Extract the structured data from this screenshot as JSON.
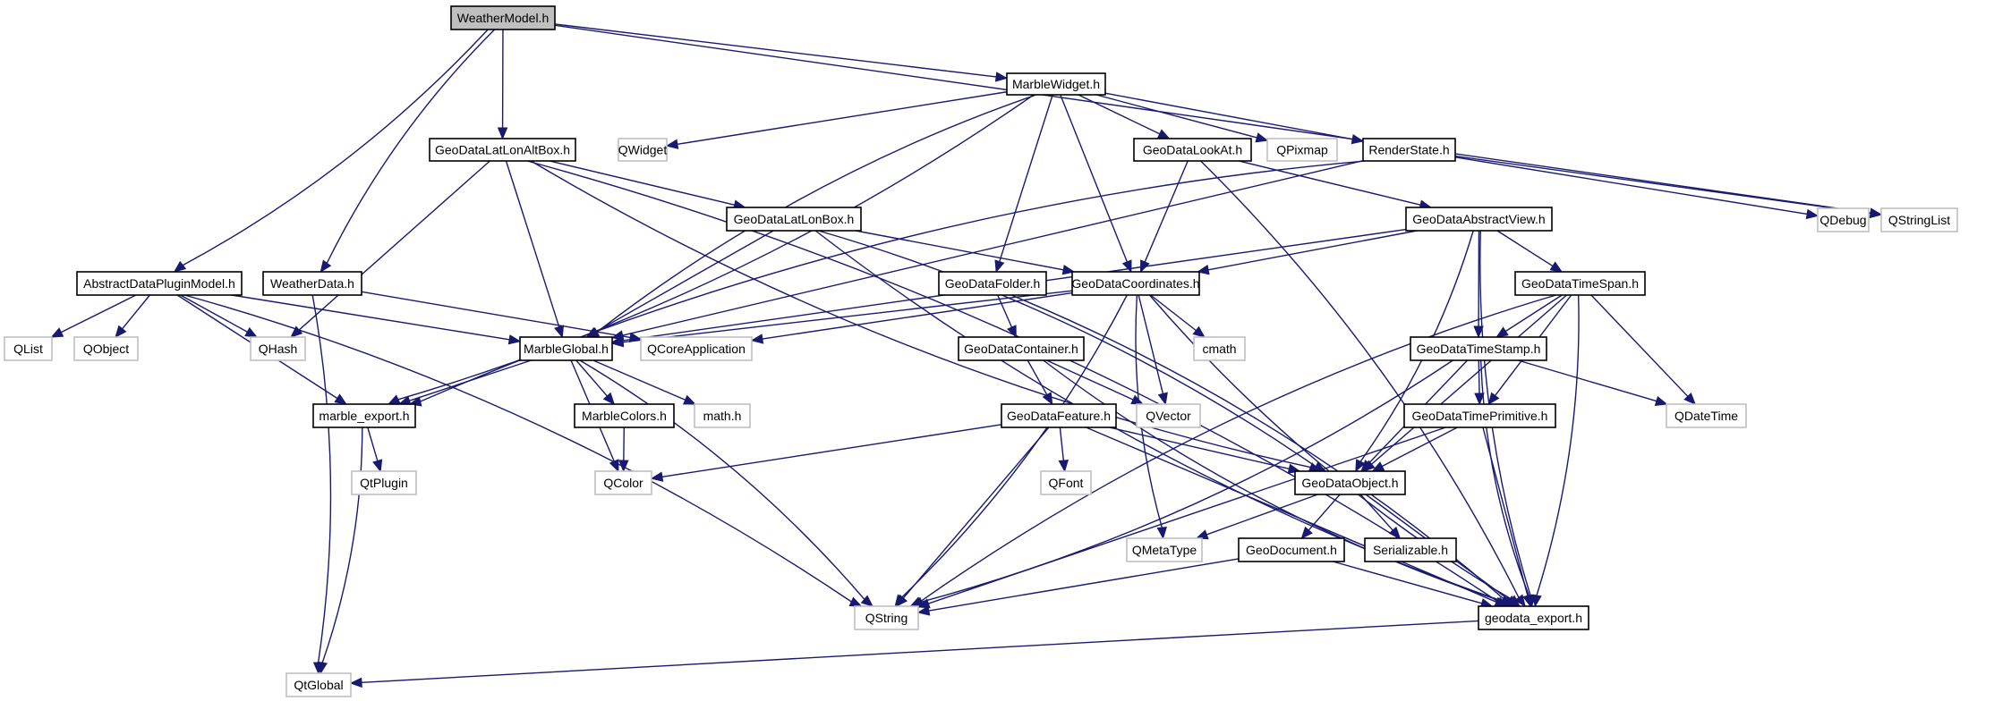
{
  "diagram": {
    "title": "WeatherModel.h include dependency graph",
    "colors": {
      "edge": "#191970",
      "root_fill": "#bfbfbf",
      "local_border": "#000000",
      "external_border": "#bfbfbf"
    },
    "nodes": [
      {
        "id": "WeatherModel",
        "label": "WeatherModel.h",
        "kind": "root"
      },
      {
        "id": "MarbleWidget",
        "label": "MarbleWidget.h",
        "kind": "local"
      },
      {
        "id": "GeoDataLatLonAltBox",
        "label": "GeoDataLatLonAltBox.h",
        "kind": "local"
      },
      {
        "id": "QWidget",
        "label": "QWidget",
        "kind": "ext"
      },
      {
        "id": "GeoDataLookAt",
        "label": "GeoDataLookAt.h",
        "kind": "local"
      },
      {
        "id": "QPixmap",
        "label": "QPixmap",
        "kind": "ext"
      },
      {
        "id": "RenderState",
        "label": "RenderState.h",
        "kind": "local"
      },
      {
        "id": "QDebug",
        "label": "QDebug",
        "kind": "ext"
      },
      {
        "id": "QStringList",
        "label": "QStringList",
        "kind": "ext"
      },
      {
        "id": "GeoDataLatLonBox",
        "label": "GeoDataLatLonBox.h",
        "kind": "local"
      },
      {
        "id": "GeoDataAbstractView",
        "label": "GeoDataAbstractView.h",
        "kind": "local"
      },
      {
        "id": "AbstractDataPluginModel",
        "label": "AbstractDataPluginModel.h",
        "kind": "local"
      },
      {
        "id": "WeatherData",
        "label": "WeatherData.h",
        "kind": "local"
      },
      {
        "id": "GeoDataFolder",
        "label": "GeoDataFolder.h",
        "kind": "local"
      },
      {
        "id": "GeoDataCoordinates",
        "label": "GeoDataCoordinates.h",
        "kind": "local"
      },
      {
        "id": "GeoDataTimeSpan",
        "label": "GeoDataTimeSpan.h",
        "kind": "local"
      },
      {
        "id": "QList",
        "label": "QList",
        "kind": "ext"
      },
      {
        "id": "QObject",
        "label": "QObject",
        "kind": "ext"
      },
      {
        "id": "QHash",
        "label": "QHash",
        "kind": "ext"
      },
      {
        "id": "MarbleGlobal",
        "label": "MarbleGlobal.h",
        "kind": "local"
      },
      {
        "id": "QCoreApplication",
        "label": "QCoreApplication",
        "kind": "ext"
      },
      {
        "id": "GeoDataContainer",
        "label": "GeoDataContainer.h",
        "kind": "local"
      },
      {
        "id": "cmath",
        "label": "cmath",
        "kind": "ext"
      },
      {
        "id": "GeoDataTimeStamp",
        "label": "GeoDataTimeStamp.h",
        "kind": "local"
      },
      {
        "id": "marble_export",
        "label": "marble_export.h",
        "kind": "local"
      },
      {
        "id": "MarbleColors",
        "label": "MarbleColors.h",
        "kind": "local"
      },
      {
        "id": "math",
        "label": "math.h",
        "kind": "ext"
      },
      {
        "id": "GeoDataFeature",
        "label": "GeoDataFeature.h",
        "kind": "local"
      },
      {
        "id": "QVector",
        "label": "QVector",
        "kind": "ext"
      },
      {
        "id": "GeoDataTimePrimitive",
        "label": "GeoDataTimePrimitive.h",
        "kind": "local"
      },
      {
        "id": "QDateTime",
        "label": "QDateTime",
        "kind": "ext"
      },
      {
        "id": "QtPlugin",
        "label": "QtPlugin",
        "kind": "ext"
      },
      {
        "id": "QColor",
        "label": "QColor",
        "kind": "ext"
      },
      {
        "id": "QFont",
        "label": "QFont",
        "kind": "ext"
      },
      {
        "id": "GeoDataObject",
        "label": "GeoDataObject.h",
        "kind": "local"
      },
      {
        "id": "QMetaType",
        "label": "QMetaType",
        "kind": "ext"
      },
      {
        "id": "GeoDocument",
        "label": "GeoDocument.h",
        "kind": "local"
      },
      {
        "id": "Serializable",
        "label": "Serializable.h",
        "kind": "local"
      },
      {
        "id": "QString",
        "label": "QString",
        "kind": "ext"
      },
      {
        "id": "geodata_export",
        "label": "geodata_export.h",
        "kind": "local"
      },
      {
        "id": "QtGlobal",
        "label": "QtGlobal",
        "kind": "ext"
      }
    ],
    "edges": [
      [
        "WeatherModel",
        "AbstractDataPluginModel"
      ],
      [
        "WeatherModel",
        "WeatherData"
      ],
      [
        "WeatherModel",
        "GeoDataLatLonAltBox"
      ],
      [
        "WeatherModel",
        "MarbleWidget"
      ],
      [
        "WeatherModel",
        "QStringList"
      ],
      [
        "MarbleWidget",
        "QWidget"
      ],
      [
        "MarbleWidget",
        "GeoDataLookAt"
      ],
      [
        "MarbleWidget",
        "QPixmap"
      ],
      [
        "MarbleWidget",
        "RenderState"
      ],
      [
        "MarbleWidget",
        "GeoDataFolder"
      ],
      [
        "MarbleWidget",
        "GeoDataCoordinates"
      ],
      [
        "MarbleWidget",
        "MarbleGlobal"
      ],
      [
        "MarbleWidget",
        "marble_export"
      ],
      [
        "GeoDataLatLonAltBox",
        "GeoDataLatLonBox"
      ],
      [
        "GeoDataLatLonAltBox",
        "MarbleGlobal"
      ],
      [
        "GeoDataLatLonAltBox",
        "QHash"
      ],
      [
        "GeoDataLatLonAltBox",
        "geodata_export"
      ],
      [
        "GeoDataLatLonAltBox",
        "GeoDataObject"
      ],
      [
        "GeoDataLookAt",
        "GeoDataCoordinates"
      ],
      [
        "GeoDataLookAt",
        "GeoDataAbstractView"
      ],
      [
        "GeoDataLookAt",
        "geodata_export"
      ],
      [
        "RenderState",
        "QDebug"
      ],
      [
        "RenderState",
        "QStringList"
      ],
      [
        "RenderState",
        "marble_export"
      ],
      [
        "RenderState",
        "MarbleGlobal"
      ],
      [
        "GeoDataLatLonBox",
        "GeoDataCoordinates"
      ],
      [
        "GeoDataLatLonBox",
        "MarbleGlobal"
      ],
      [
        "GeoDataLatLonBox",
        "geodata_export"
      ],
      [
        "GeoDataLatLonBox",
        "GeoDataObject"
      ],
      [
        "GeoDataAbstractView",
        "GeoDataCoordinates"
      ],
      [
        "GeoDataAbstractView",
        "GeoDataTimeSpan"
      ],
      [
        "GeoDataAbstractView",
        "GeoDataTimeStamp"
      ],
      [
        "GeoDataAbstractView",
        "GeoDataObject"
      ],
      [
        "GeoDataAbstractView",
        "geodata_export"
      ],
      [
        "GeoDataAbstractView",
        "MarbleGlobal"
      ],
      [
        "AbstractDataPluginModel",
        "QList"
      ],
      [
        "AbstractDataPluginModel",
        "QObject"
      ],
      [
        "AbstractDataPluginModel",
        "QHash"
      ],
      [
        "AbstractDataPluginModel",
        "MarbleGlobal"
      ],
      [
        "AbstractDataPluginModel",
        "marble_export"
      ],
      [
        "AbstractDataPluginModel",
        "QString"
      ],
      [
        "WeatherData",
        "QCoreApplication"
      ],
      [
        "WeatherData",
        "QtGlobal"
      ],
      [
        "GeoDataFolder",
        "GeoDataContainer"
      ],
      [
        "GeoDataFolder",
        "geodata_export"
      ],
      [
        "GeoDataCoordinates",
        "MarbleGlobal"
      ],
      [
        "GeoDataCoordinates",
        "QCoreApplication"
      ],
      [
        "GeoDataCoordinates",
        "cmath"
      ],
      [
        "GeoDataCoordinates",
        "QVector"
      ],
      [
        "GeoDataCoordinates",
        "QMetaType"
      ],
      [
        "GeoDataCoordinates",
        "QString"
      ],
      [
        "GeoDataCoordinates",
        "geodata_export"
      ],
      [
        "GeoDataTimeSpan",
        "GeoDataTimeStamp"
      ],
      [
        "GeoDataTimeSpan",
        "GeoDataTimePrimitive"
      ],
      [
        "GeoDataTimeSpan",
        "QDateTime"
      ],
      [
        "GeoDataTimeSpan",
        "GeoDataObject"
      ],
      [
        "GeoDataTimeSpan",
        "geodata_export"
      ],
      [
        "GeoDataTimeSpan",
        "QString"
      ],
      [
        "MarbleGlobal",
        "marble_export"
      ],
      [
        "MarbleGlobal",
        "MarbleColors"
      ],
      [
        "MarbleGlobal",
        "math"
      ],
      [
        "MarbleGlobal",
        "QColor"
      ],
      [
        "MarbleGlobal",
        "QString"
      ],
      [
        "GeoDataContainer",
        "GeoDataFeature"
      ],
      [
        "GeoDataContainer",
        "QVector"
      ],
      [
        "GeoDataContainer",
        "geodata_export"
      ],
      [
        "GeoDataTimeStamp",
        "GeoDataTimePrimitive"
      ],
      [
        "GeoDataTimeStamp",
        "QDateTime"
      ],
      [
        "GeoDataTimeStamp",
        "GeoDataObject"
      ],
      [
        "GeoDataTimeStamp",
        "geodata_export"
      ],
      [
        "GeoDataTimeStamp",
        "QString"
      ],
      [
        "marble_export",
        "QtPlugin"
      ],
      [
        "marble_export",
        "QtGlobal"
      ],
      [
        "MarbleColors",
        "QColor"
      ],
      [
        "GeoDataFeature",
        "QColor"
      ],
      [
        "GeoDataFeature",
        "QFont"
      ],
      [
        "GeoDataFeature",
        "GeoDataObject"
      ],
      [
        "GeoDataFeature",
        "QString"
      ],
      [
        "GeoDataFeature",
        "geodata_export"
      ],
      [
        "GeoDataTimePrimitive",
        "GeoDataObject"
      ],
      [
        "GeoDataTimePrimitive",
        "geodata_export"
      ],
      [
        "GeoDataTimePrimitive",
        "QString"
      ],
      [
        "GeoDataObject",
        "QMetaType"
      ],
      [
        "GeoDataObject",
        "GeoDocument"
      ],
      [
        "GeoDataObject",
        "Serializable"
      ],
      [
        "GeoDataObject",
        "geodata_export"
      ],
      [
        "GeoDocument",
        "QString"
      ],
      [
        "GeoDocument",
        "geodata_export"
      ],
      [
        "geodata_export",
        "QtGlobal"
      ]
    ]
  }
}
